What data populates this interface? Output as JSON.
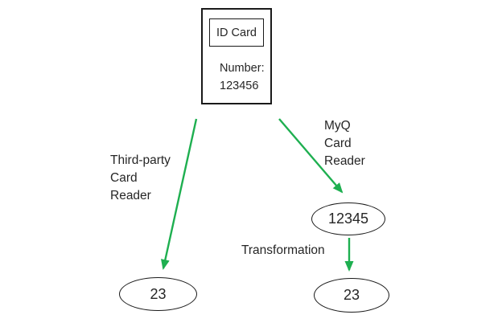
{
  "colors": {
    "arrow": "#1eaf50",
    "outline": "#1a1a1a",
    "text": "#262626",
    "background": "#ffffff"
  },
  "card": {
    "title": "ID Card",
    "number_label": "Number:",
    "number_value": "123456"
  },
  "labels": {
    "third_party": [
      "Third-party",
      "Card",
      "Reader"
    ],
    "myq": [
      "MyQ",
      "Card",
      "Reader"
    ],
    "transformation": "Transformation"
  },
  "nodes": {
    "third_party_value": "23",
    "myq_value": "12345",
    "transformed_value": "23"
  }
}
